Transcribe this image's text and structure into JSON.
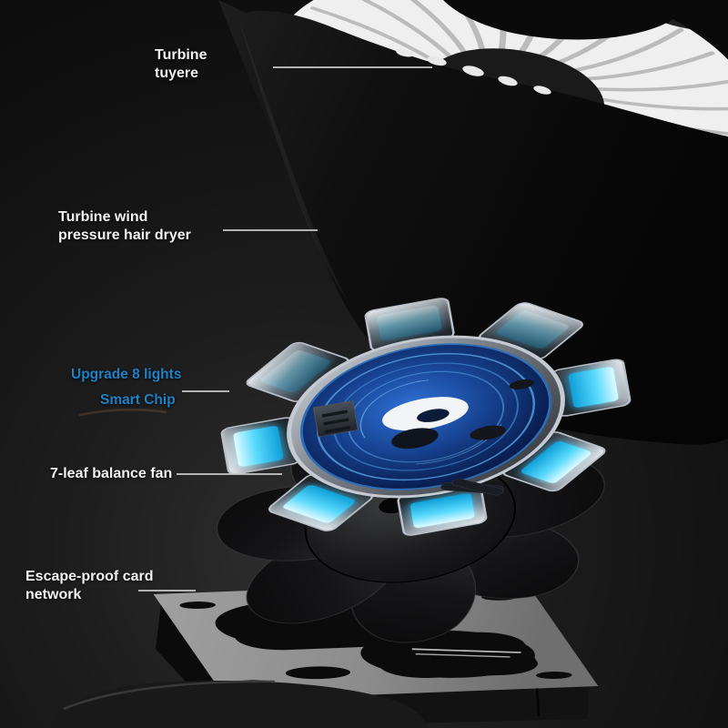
{
  "labels": {
    "turbine_tuyere": "Turbine\ntuyere",
    "hair_dryer": "Turbine wind\npressure hair dryer",
    "lights": "Upgrade 8 lights",
    "chip": "Smart Chip",
    "fan": "7-leaf balance fan",
    "network": "Escape-proof card\nnetwork"
  },
  "colors": {
    "label_blue": "#1e80c6",
    "led_cyan": "#7fe8ff",
    "pcb_blue": "#16418f",
    "body_black": "#0c0c0c",
    "turbine_white": "#efefef",
    "frame_gray": "#969696"
  }
}
